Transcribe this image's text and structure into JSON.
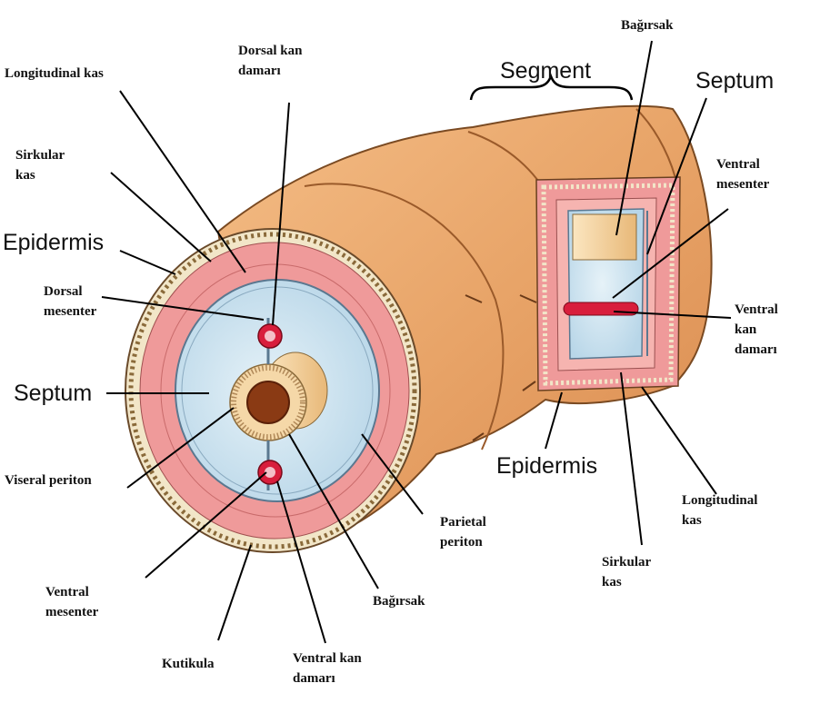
{
  "labels": {
    "longitudinal_kas_left": "Longitudinal kas",
    "dorsal_kan_damari_top": [
      "Dorsal kan",
      "damarı"
    ],
    "sirkular_kas_left": [
      "Sirkular",
      "kas"
    ],
    "epidermis_left": "Epidermis",
    "dorsal_mesenter": [
      "Dorsal",
      "mesenter"
    ],
    "septum_left": "Septum",
    "viseral_periton": "Viseral periton",
    "ventral_mesenter_left": [
      "Ventral",
      "mesenter"
    ],
    "kutikula": "Kutikula",
    "ventral_kan_damari_bottom": [
      "Ventral kan",
      "damarı"
    ],
    "bagirsak_bottom": "Bağırsak",
    "parietal_periton": [
      "Parietal",
      "periton"
    ],
    "bagirsak_top": "Bağırsak",
    "segment": "Segment",
    "septum_right": "Septum",
    "ventral_mesenter_right": [
      "Ventral",
      "mesenter"
    ],
    "ventral_kan_damari_right": [
      "Ventral",
      "kan",
      "damarı"
    ],
    "epidermis_right": "Epidermis",
    "longitudinal_kas_right": [
      "Longitudinal",
      "kas"
    ],
    "sirkular_kas_right": [
      "Sirkular",
      "kas"
    ]
  },
  "colors": {
    "body_wall": "#e8a468",
    "muscle": "#f0a0a0",
    "coelom": "#cfe4f0",
    "gut": "#f5d8a8",
    "vessel": "#d81e3c",
    "cuticle": "#f2e6c8"
  }
}
